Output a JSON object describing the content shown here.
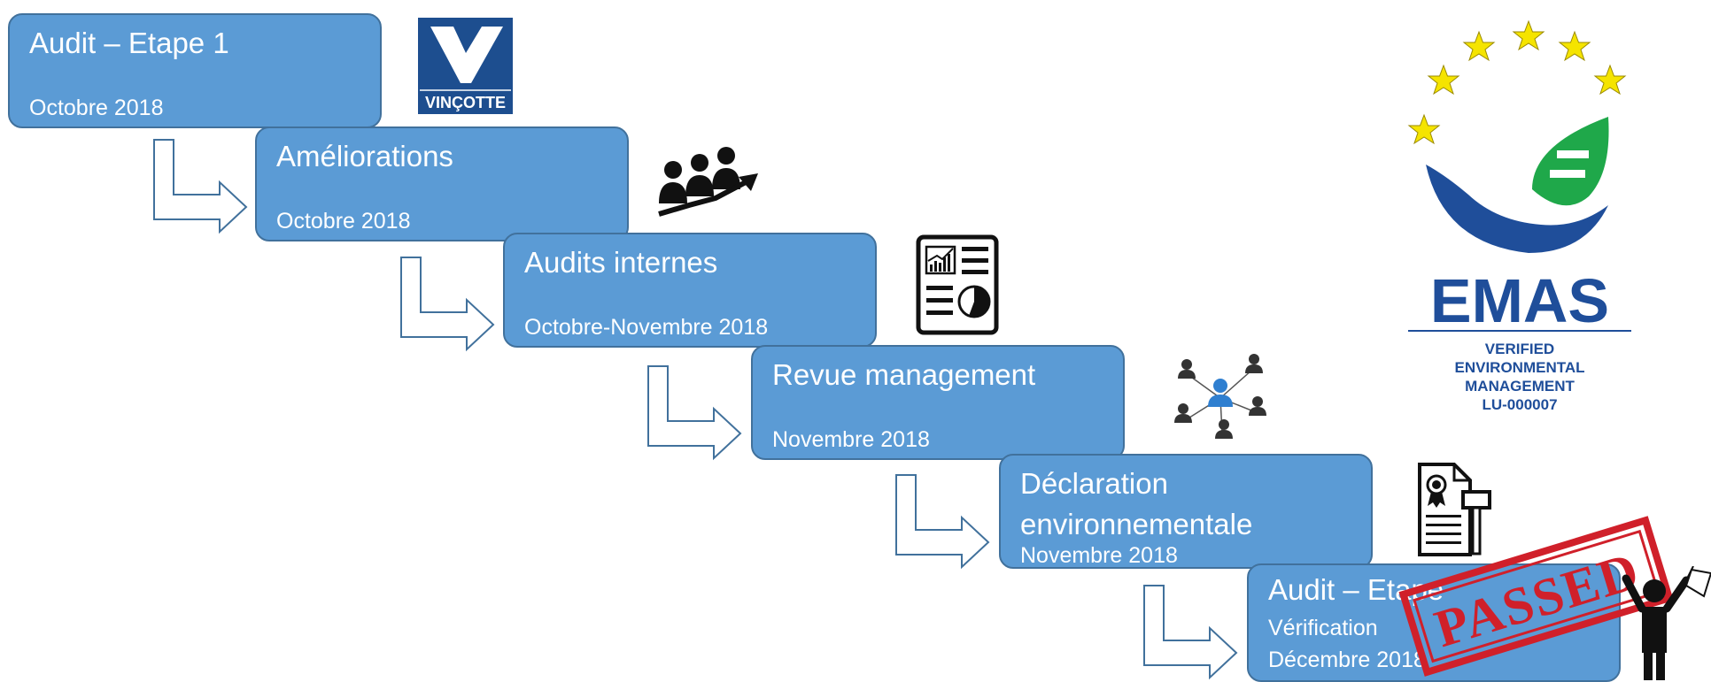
{
  "steps": [
    {
      "title": "Audit – Etape 1",
      "subtitle": "Octobre 2018"
    },
    {
      "title": "Améliorations",
      "subtitle": "Octobre 2018"
    },
    {
      "title": "Audits internes",
      "subtitle": "Octobre-Novembre 2018"
    },
    {
      "title": "Revue management",
      "subtitle": "Novembre 2018"
    },
    {
      "title": "Déclaration",
      "title_line2": "environnementale",
      "subtitle": "Novembre 2018"
    },
    {
      "title": "Audit – Etape",
      "subtitle": "Vérification",
      "subtitle2": "Décembre 2018"
    }
  ],
  "logos": {
    "vincotte": "VINÇOTTE",
    "emas": {
      "name": "EMAS",
      "line1": "VERIFIED",
      "line2": "ENVIRONMENTAL",
      "line3": "MANAGEMENT",
      "registration": "LU-000007"
    },
    "stamp": "PASSED"
  },
  "colors": {
    "box_fill": "#5b9bd5",
    "box_border": "#41719c",
    "emas_blue": "#1f4e9a",
    "emas_green": "#1fa84a",
    "star_yellow": "#f5e400",
    "stamp_red": "#d0202a",
    "vincotte_blue": "#1d4e8f"
  },
  "icons": [
    "vincotte-logo-icon",
    "team-growth-icon",
    "report-chart-icon",
    "network-people-icon",
    "certificate-hammer-icon",
    "celebrating-person-icon",
    "emas-logo",
    "passed-stamp"
  ]
}
